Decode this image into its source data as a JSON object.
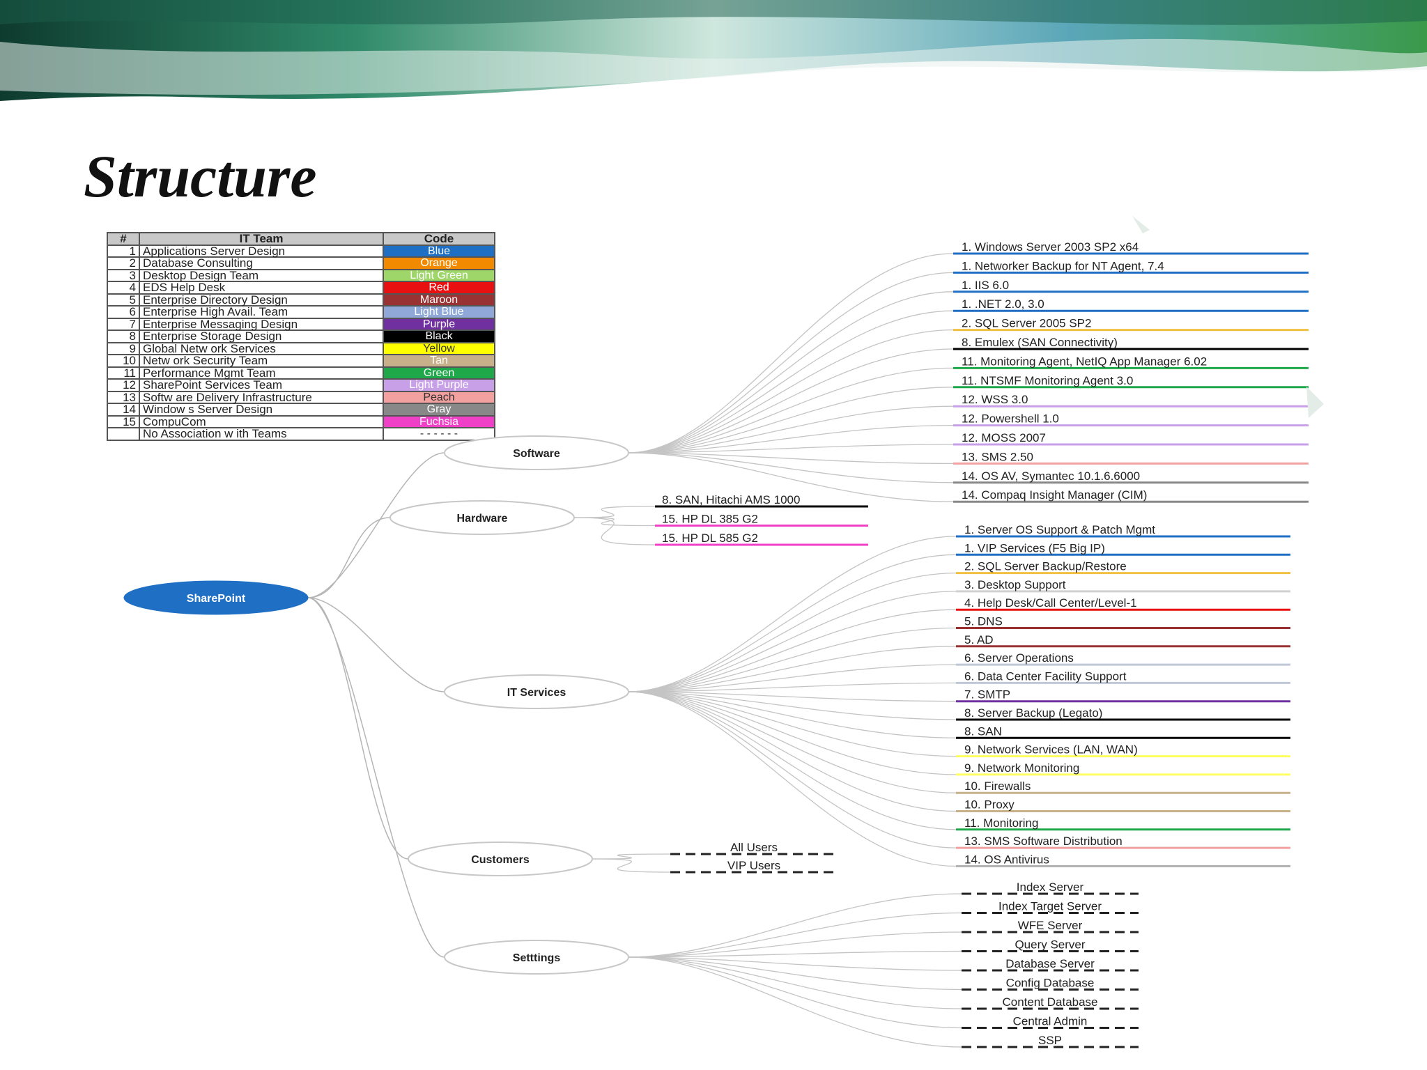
{
  "slide": {
    "title": "Structure"
  },
  "legend": {
    "headers": {
      "num": "#",
      "team": "IT Team",
      "code": "Code"
    },
    "rows": [
      {
        "num": "1",
        "team": "Applications Server Design",
        "code": "Blue",
        "color": "#1f6fc4",
        "text_color": "#ffffff"
      },
      {
        "num": "2",
        "team": "Database Consulting",
        "code": "Orange",
        "color": "#f28a00",
        "text_color": "#ffffff"
      },
      {
        "num": "3",
        "team": "Desktop Design Team",
        "code": "Light Green",
        "color": "#9ed66a",
        "text_color": "#ffffff"
      },
      {
        "num": "4",
        "team": "EDS Help Desk",
        "code": "Red",
        "color": "#e81010",
        "text_color": "#ffffff"
      },
      {
        "num": "5",
        "team": "Enterprise Directory Design",
        "code": "Maroon",
        "color": "#993333",
        "text_color": "#ffffff"
      },
      {
        "num": "6",
        "team": "Enterprise High Avail. Team",
        "code": "Light Blue",
        "color": "#8fa8d8",
        "text_color": "#ffffff"
      },
      {
        "num": "7",
        "team": "Enterprise Messaging Design",
        "code": "Purple",
        "color": "#7030a0",
        "text_color": "#ffffff"
      },
      {
        "num": "8",
        "team": "Enterprise Storage Design",
        "code": "Black",
        "color": "#000000",
        "text_color": "#ffffff"
      },
      {
        "num": "9",
        "team": "Global Netw ork Services",
        "code": "Yellow",
        "color": "#ffff00",
        "text_color": "#333333"
      },
      {
        "num": "10",
        "team": "Netw ork Security Team",
        "code": "Tan",
        "color": "#c8b08a",
        "text_color": "#ffffff"
      },
      {
        "num": "11",
        "team": "Performance Mgmt Team",
        "code": "Green",
        "color": "#1fa84a",
        "text_color": "#ffffff"
      },
      {
        "num": "12",
        "team": "SharePoint Services Team",
        "code": "Light Purple",
        "color": "#c8a0e8",
        "text_color": "#ffffff"
      },
      {
        "num": "13",
        "team": "Softw are Delivery Infrastructure",
        "code": "Peach",
        "color": "#f2a0a0",
        "text_color": "#333333"
      },
      {
        "num": "14",
        "team": "Window s Server Design",
        "code": "Gray",
        "color": "#888888",
        "text_color": "#ffffff"
      },
      {
        "num": "15",
        "team": "CompuCom",
        "code": "Fuchsia",
        "color": "#f040c8",
        "text_color": "#ffffff"
      },
      {
        "num": "",
        "team": "No Association w ith Teams",
        "code": "- - - - - -",
        "color": "#ffffff",
        "text_color": "#333333"
      }
    ]
  },
  "diagram": {
    "root": "SharePoint",
    "branches": [
      {
        "label": "Software",
        "items": [
          {
            "text": "1.  Windows Server 2003 SP2 x64",
            "color": "#1f6fc4"
          },
          {
            "text": "1.  Networker Backup for NT Agent, 7.4",
            "color": "#1f6fc4"
          },
          {
            "text": "1.  IIS 6.0",
            "color": "#1f6fc4"
          },
          {
            "text": "1.  .NET 2.0, 3.0",
            "color": "#1f6fc4"
          },
          {
            "text": "2.  SQL Server 2005 SP2",
            "color": "#f2c040"
          },
          {
            "text": "8.  Emulex (SAN Connectivity)",
            "color": "#000000"
          },
          {
            "text": "11.  Monitoring Agent, NetIQ App Manager 6.02",
            "color": "#1fa84a"
          },
          {
            "text": "11.  NTSMF Monitoring Agent 3.0",
            "color": "#1fa84a"
          },
          {
            "text": "12.  WSS 3.0",
            "color": "#c8a0e8"
          },
          {
            "text": "12.  Powershell 1.0",
            "color": "#c8a0e8"
          },
          {
            "text": "12.  MOSS 2007",
            "color": "#c8a0e8"
          },
          {
            "text": "13.  SMS 2.50",
            "color": "#f2a0a0"
          },
          {
            "text": "14.  OS AV, Symantec 10.1.6.6000",
            "color": "#888888"
          },
          {
            "text": "14.  Compaq Insight Manager (CIM)",
            "color": "#888888"
          }
        ]
      },
      {
        "label": "Hardware",
        "items": [
          {
            "text": "8.  SAN, Hitachi AMS 1000",
            "color": "#000000"
          },
          {
            "text": "15.  HP DL 385 G2",
            "color": "#f040c8"
          },
          {
            "text": "15.  HP DL 585 G2",
            "color": "#f040c8"
          }
        ]
      },
      {
        "label": "IT Services",
        "items": [
          {
            "text": "1.  Server OS Support & Patch Mgmt",
            "color": "#1f6fc4"
          },
          {
            "text": "1.  VIP Services (F5 Big IP)",
            "color": "#1f6fc4"
          },
          {
            "text": "2.  SQL Server Backup/Restore",
            "color": "#f2c040"
          },
          {
            "text": "3.  Desktop Support",
            "color": "#d0d0d0"
          },
          {
            "text": "4.  Help Desk/Call Center/Level-1",
            "color": "#e81010"
          },
          {
            "text": "5.  DNS",
            "color": "#993333"
          },
          {
            "text": "5.  AD",
            "color": "#993333"
          },
          {
            "text": "6.  Server Operations",
            "color": "#c0c8d8"
          },
          {
            "text": "6.  Data Center Facility Support",
            "color": "#c0c8d8"
          },
          {
            "text": "7.  SMTP",
            "color": "#7030a0"
          },
          {
            "text": "8.  Server Backup (Legato)",
            "color": "#000000"
          },
          {
            "text": "8.  SAN",
            "color": "#000000"
          },
          {
            "text": "9.  Network Services (LAN, WAN)",
            "color": "#ffff60"
          },
          {
            "text": "9.  Network Monitoring",
            "color": "#ffff60"
          },
          {
            "text": "10.  Firewalls",
            "color": "#c8b08a"
          },
          {
            "text": "10.  Proxy",
            "color": "#c8b08a"
          },
          {
            "text": "11.  Monitoring",
            "color": "#1fa84a"
          },
          {
            "text": "13.  SMS Software Distribution",
            "color": "#f2a0a0"
          },
          {
            "text": "14.  OS Antivirus",
            "color": "#b0b0b0"
          }
        ]
      },
      {
        "label": "Customers",
        "items": [
          {
            "text": "All Users",
            "color": "dashed"
          },
          {
            "text": "VIP Users",
            "color": "dashed"
          }
        ]
      },
      {
        "label": "Setttings",
        "items": [
          {
            "text": "Index Server",
            "color": "dashed"
          },
          {
            "text": "Index Target Server",
            "color": "dashed"
          },
          {
            "text": "WFE Server",
            "color": "dashed"
          },
          {
            "text": "Query Server",
            "color": "dashed"
          },
          {
            "text": "Database Server",
            "color": "dashed"
          },
          {
            "text": "Config Database",
            "color": "dashed"
          },
          {
            "text": "Content Database",
            "color": "dashed"
          },
          {
            "text": "Central Admin",
            "color": "dashed"
          },
          {
            "text": "SSP",
            "color": "dashed"
          }
        ]
      }
    ]
  }
}
